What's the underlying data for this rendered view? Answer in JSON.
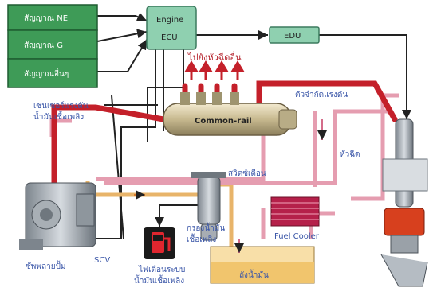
{
  "signals": [
    {
      "label": "สัญญาณ NE"
    },
    {
      "label": "สัญญาณ G"
    },
    {
      "label": "สัญญาณอื่นๆ"
    }
  ],
  "ecu": {
    "line1": "Engine",
    "line2": "ECU"
  },
  "edu": {
    "label": "EDU"
  },
  "rail": {
    "label": "Common-rail"
  },
  "labels": {
    "to_injectors": "ไปยังหัวฉีดอื่น",
    "pressure_limiter": "ตัวจำกัดแรงดัน",
    "pressure_sensor_line1": "เซนเซอร์แรงดัน",
    "pressure_sensor_line2": "น้ำมันเชื้อเพลิง",
    "injector": "หัวฉีด",
    "filter_warning": "สวิตซ์เตือน",
    "fuel_filter_line1": "กรองน้ำมัน",
    "fuel_filter_line2": "เชื้อเพลิง",
    "fuel_cooler": "Fuel Cooler",
    "tank": "ถังน้ำมัน",
    "supply_pump": "ซัพพลายปั้ม",
    "scv": "SCV",
    "warning_line1": "ไฟเตือนระบบ",
    "warning_line2": "น้ำมันเชื้อเพลิง"
  },
  "colors": {
    "signal_box": "#3e9b57",
    "ecu": "#8fd0b0",
    "high_pressure": "#c4202a",
    "return_line": "#e59db0",
    "low_pressure": "#e8b46a",
    "label_blue": "#3a56a8"
  },
  "icons": [
    "fuel-warning-icon"
  ]
}
